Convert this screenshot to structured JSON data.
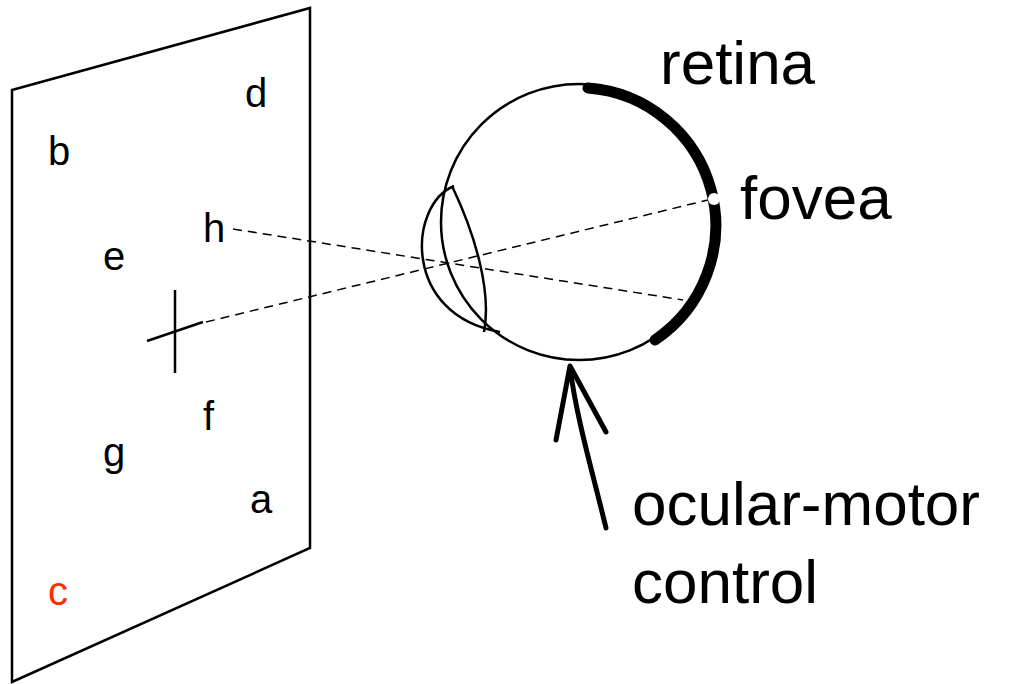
{
  "diagram": {
    "labels": [
      "d",
      "retina",
      "b",
      "h",
      "fovea",
      "e",
      "f",
      "g",
      "a",
      "ocular-motor control",
      "c"
    ]
  }
}
